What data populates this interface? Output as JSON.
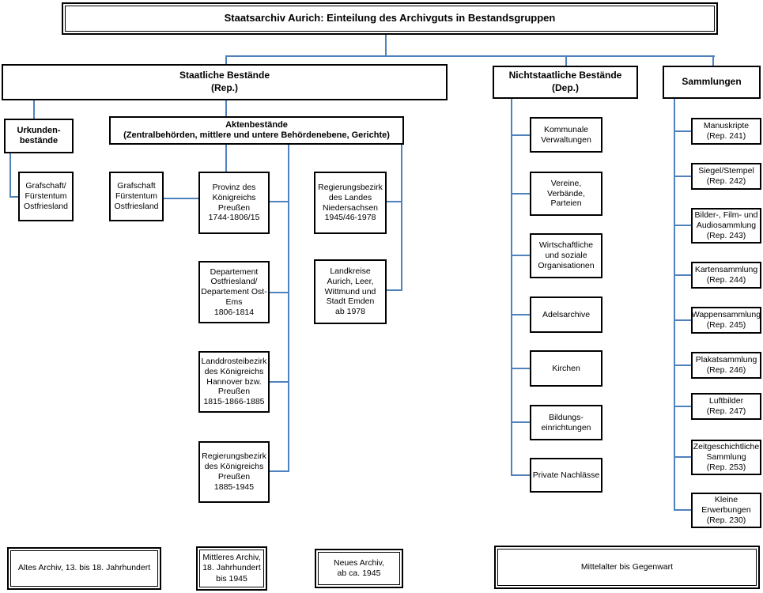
{
  "title": "Staatsarchiv Aurich: Einteilung des Archivguts in Bestandsgruppen",
  "staatliche": {
    "label": "Staatliche Bestände\n(Rep.)",
    "urkunden": {
      "label": "Urkunden-\nbestände",
      "grafschaft": "Grafschaft/\nFürstentum\nOstfriesland"
    },
    "akten": {
      "label": "Aktenbestände\n(Zentralbehörden, mittlere und untere Behördenebene, Gerichte)",
      "grafschaft": "Grafschaft\nFürstentum\nOstfriesland",
      "col1": [
        "Provinz des\nKönigreichs\nPreußen\n1744-1806/15",
        "Departement\nOstfriesland/\nDepartement Ost-\nEms\n1806-1814",
        "Landdrosteibezirk\ndes Königreichs\nHannover bzw.\nPreußen\n1815-1866-1885",
        "Regierungsbezirk\ndes Königreichs\nPreußen\n1885-1945"
      ],
      "col2": [
        "Regierungsbezirk\ndes Landes\nNiedersachsen\n1945/46-1978",
        "Landkreise\nAurich, Leer,\nWittmund und\nStadt Emden\nab 1978"
      ]
    }
  },
  "nichtstaatliche": {
    "label": "Nichtstaatliche Bestände\n(Dep.)",
    "children": [
      "Kommunale\nVerwaltungen",
      "Vereine,\nVerbände,\nParteien",
      "Wirtschaftliche\nund soziale\nOrganisationen",
      "Adelsarchive",
      "Kirchen",
      "Bildungs-\neinrichtungen",
      "Private Nachlässe"
    ]
  },
  "sammlungen": {
    "label": "Sammlungen",
    "children": [
      "Manuskripte\n(Rep. 241)",
      "Siegel/Stempel\n(Rep. 242)",
      "Bilder-, Film- und\nAudiosammlung\n(Rep. 243)",
      "Kartensammlung\n(Rep. 244)",
      "Wappensammlung\n(Rep. 245)",
      "Plakatsammlung\n(Rep. 246)",
      "Luftbilder\n(Rep. 247)",
      "Zeitgeschichtliche\nSammlung\n(Rep. 253)",
      "Kleine\nErwerbungen\n(Rep. 230)"
    ]
  },
  "periods": [
    "Altes Archiv, 13. bis 18. Jahrhundert",
    "Mittleres Archiv,\n18. Jahrhundert\nbis  1945",
    "Neues Archiv,\nab ca. 1945",
    "Mittelalter bis Gegenwart"
  ],
  "colors": {
    "connector": "#4f81bd",
    "border": "#000000",
    "background": "#ffffff"
  }
}
